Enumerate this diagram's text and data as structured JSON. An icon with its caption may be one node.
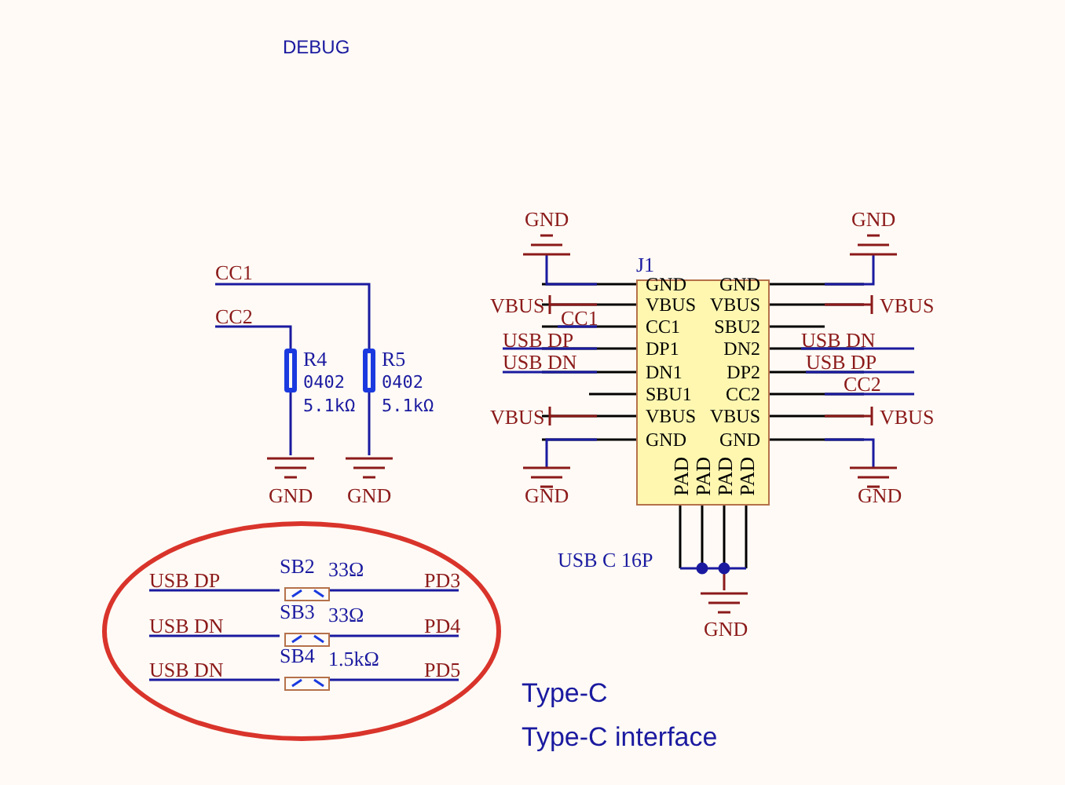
{
  "diagram": {
    "nodes": [
      {
        "text": [
          "J1",
          "GND",
          "GND",
          "VBUS",
          "VBUS",
          "CC1",
          "SBU2",
          "DP1",
          "DN2",
          "DN1",
          "DP2",
          "SBU1",
          "CC2",
          "VBUS",
          "VBUS",
          "GND",
          "GND",
          "PAD",
          "PAD",
          "PAD",
          "PAD"
        ],
        "beside": [
          "USB C 16P"
        ]
      },
      {
        "text": [],
        "shape": "box",
        "beside": [
          "R4",
          "0402",
          "5.1kΩ"
        ]
      },
      {
        "text": [],
        "shape": "box",
        "beside": [
          "R5",
          "0402",
          "5.1kΩ"
        ]
      },
      {
        "text": [],
        "shape": "ellipse"
      },
      {
        "text": [],
        "shape": "box",
        "in": 3,
        "beside": [
          "SB2",
          "33Ω"
        ]
      },
      {
        "text": [],
        "shape": "box",
        "in": 3,
        "beside": [
          "SB3",
          "33Ω"
        ]
      },
      {
        "text": [],
        "shape": "box",
        "in": 3,
        "beside": [
          "SB4",
          "1.5kΩ"
        ]
      }
    ],
    "labels": [
      "DEBUG",
      "GND",
      "GND",
      "CC1",
      "CC2",
      "VBUS",
      "VBUS",
      "CC1",
      "USB DP",
      "USB DN",
      "USB DN",
      "USB DP",
      "CC2",
      "VBUS",
      "VBUS",
      "GND",
      "GND",
      "GND",
      "GND",
      "USB DP",
      "PD3",
      "USB DN",
      "PD4",
      "USB DN",
      "PD5",
      "GND",
      "Type-C",
      "Type-C interface"
    ]
  }
}
